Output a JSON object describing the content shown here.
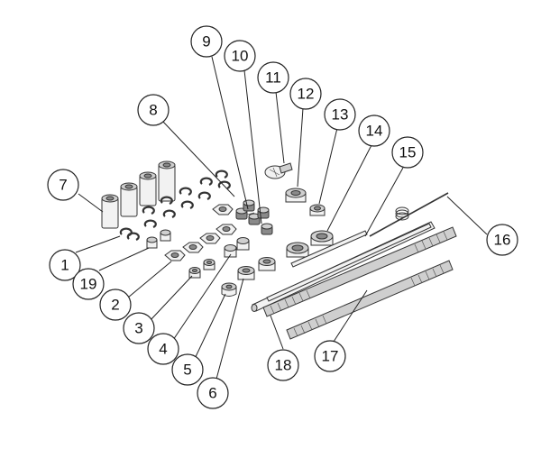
{
  "callouts": [
    {
      "id": "1",
      "label": "1"
    },
    {
      "id": "2",
      "label": "2"
    },
    {
      "id": "3",
      "label": "3"
    },
    {
      "id": "4",
      "label": "4"
    },
    {
      "id": "5",
      "label": "5"
    },
    {
      "id": "6",
      "label": "6"
    },
    {
      "id": "7",
      "label": "7"
    },
    {
      "id": "8",
      "label": "8"
    },
    {
      "id": "9",
      "label": "9"
    },
    {
      "id": "10",
      "label": "10"
    },
    {
      "id": "11",
      "label": "11"
    },
    {
      "id": "12",
      "label": "12"
    },
    {
      "id": "13",
      "label": "13"
    },
    {
      "id": "14",
      "label": "14"
    },
    {
      "id": "15",
      "label": "15"
    },
    {
      "id": "16",
      "label": "16"
    },
    {
      "id": "17",
      "label": "17"
    },
    {
      "id": "18",
      "label": "18"
    },
    {
      "id": "19",
      "label": "19"
    }
  ],
  "colors": {
    "line": "#222222",
    "part_light": "#f2f2f2",
    "part_mid": "#cfcfcf",
    "part_dark": "#8a8a8a"
  }
}
